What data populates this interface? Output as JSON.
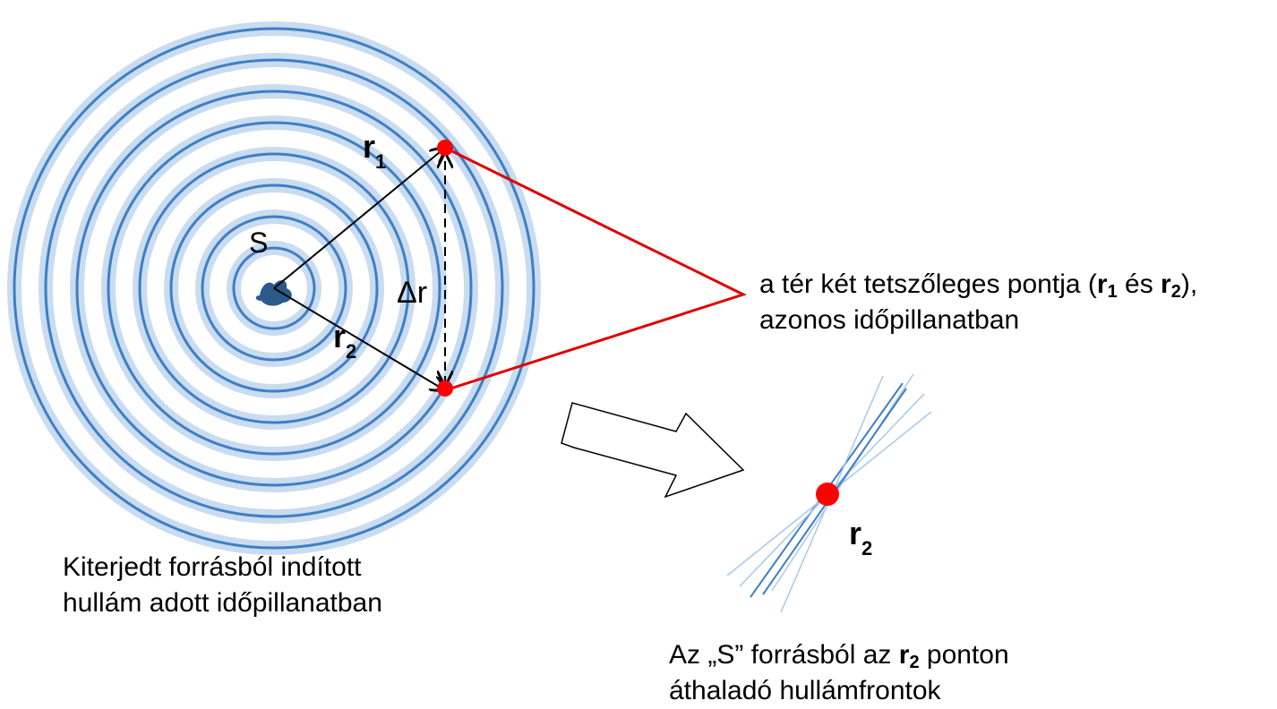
{
  "diagram": {
    "source_label": "S",
    "r1_label": "r",
    "r1_subscript": "1",
    "r2_label": "r",
    "r2_subscript": "2",
    "delta_label": "Δr",
    "point_label": "r",
    "point_subscript": "2",
    "ring_count": 8
  },
  "captions": {
    "left_line1": "Kiterjedt forrásból indított",
    "left_line2": "hullám adott időpillanatban",
    "right_part1": "a tér két tetszőleges pontja (",
    "right_r1": "r",
    "right_r1_sub": "1",
    "right_part2": " és ",
    "right_r2": "r",
    "right_r2_sub": "2",
    "right_part3": "),",
    "right_line2": "azonos időpillanatban",
    "bottom_part1": "Az „S” forrásból az ",
    "bottom_r": "r",
    "bottom_r_sub": "2",
    "bottom_part2": " ponton",
    "bottom_line2": "áthaladó hullámfrontok"
  },
  "colors": {
    "wave_dark": "#3f7fc4",
    "wave_light": "#c9dcf0",
    "point": "#ff0000",
    "connector": "#e00000",
    "source": "#2b5a8a"
  }
}
